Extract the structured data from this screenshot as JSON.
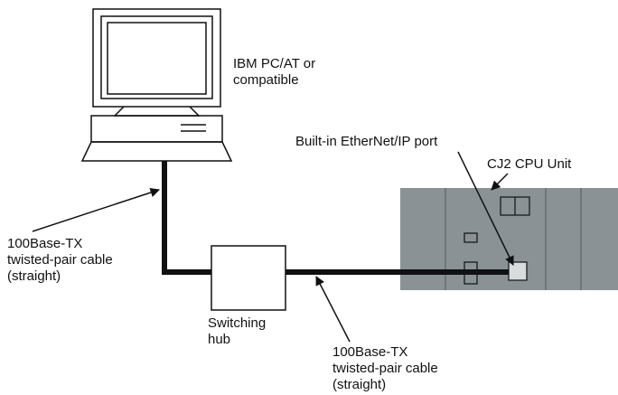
{
  "labels": {
    "pc": "IBM PC/AT or\ncompatible",
    "port": "Built-in EtherNet/IP port",
    "cpu": "CJ2 CPU Unit",
    "cable_left": "100Base-TX\ntwisted-pair cable\n(straight)",
    "hub": "Switching\nhub",
    "cable_bottom": "100Base-TX\ntwisted-pair cable\n(straight)"
  },
  "colors": {
    "line": "#111111",
    "plc_body": "#8a9295",
    "plc_shadow": "#6f7679",
    "port_fill": "#d9dcdd",
    "background": "#ffffff"
  }
}
